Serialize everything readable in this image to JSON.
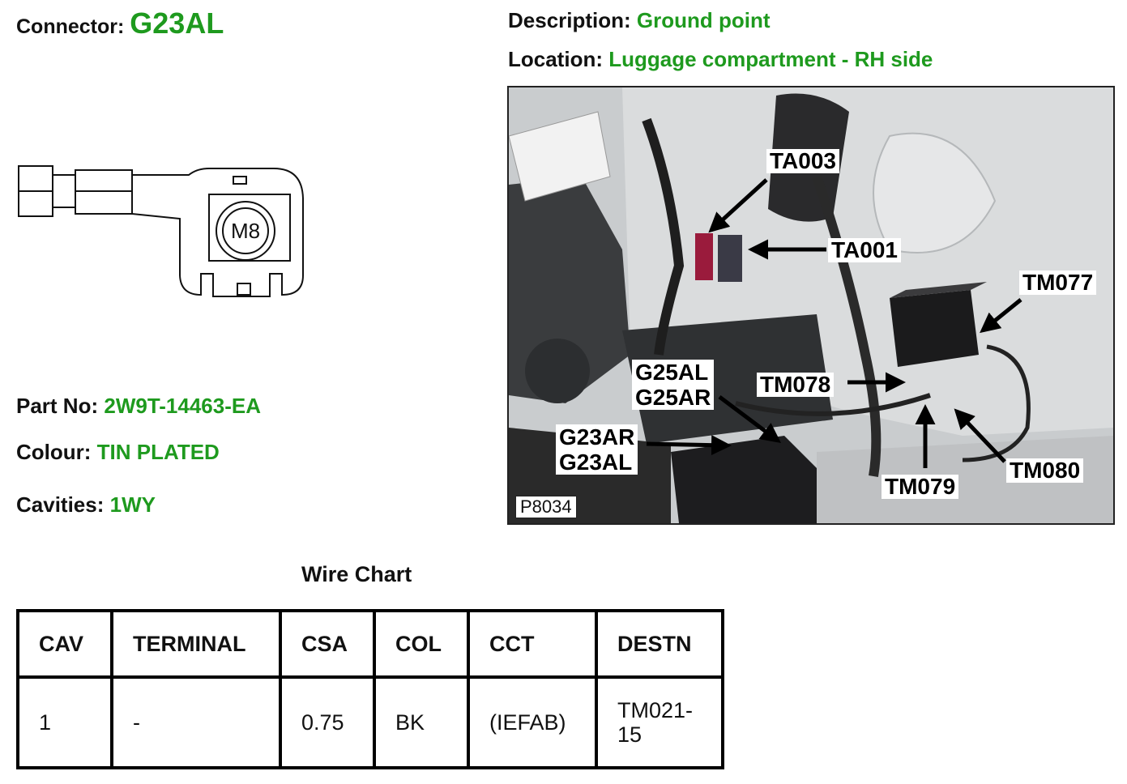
{
  "connector": {
    "label": "Connector:",
    "value": "G23AL"
  },
  "description": {
    "label": "Description:",
    "value": "Ground point"
  },
  "location": {
    "label": "Location:",
    "value": "Luggage compartment - RH side"
  },
  "drawing": {
    "stud_label": "M8"
  },
  "part_no": {
    "label": "Part No:",
    "value": "2W9T-14463-EA"
  },
  "colour": {
    "label": "Colour:",
    "value": "TIN PLATED"
  },
  "cavities": {
    "label": "Cavities:",
    "value": "1WY"
  },
  "photo": {
    "id": "P8034",
    "callouts": {
      "ta003": "TA003",
      "ta001": "TA001",
      "tm077": "TM077",
      "g25": "G25AL\nG25AR",
      "tm078": "TM078",
      "g23": "G23AR\nG23AL",
      "tm080": "TM080",
      "tm079": "TM079"
    }
  },
  "wire_chart": {
    "title": "Wire Chart",
    "headers": [
      "CAV",
      "TERMINAL",
      "CSA",
      "COL",
      "CCT",
      "DESTN"
    ],
    "rows": [
      [
        "1",
        "-",
        "0.75",
        "BK",
        "(IEFAB)",
        "TM021-\n15"
      ]
    ]
  }
}
